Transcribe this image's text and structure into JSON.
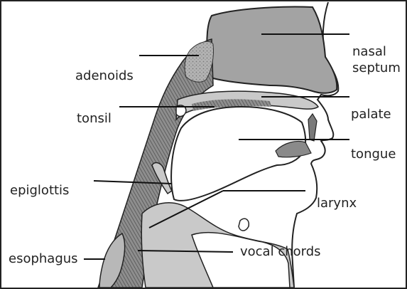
{
  "labels": {
    "adenoids": "adenoids",
    "nasal": "nasal",
    "septum": "septum",
    "tonsil": "tonsil",
    "palate": "palate",
    "tongue": "tongue",
    "epiglottis": "epiglottis",
    "larynx": "larynx",
    "esophagus": "esophagus",
    "vocal_chords": "vocal chords"
  },
  "colors": {
    "frame": "#222222",
    "tissue_grey": "#9b9b9b",
    "nasal_grey": "#a3a3a3",
    "fibrous_dark": "#6d6d6d",
    "airway_grey": "#c9c9c9",
    "leader_line": "#111111"
  }
}
